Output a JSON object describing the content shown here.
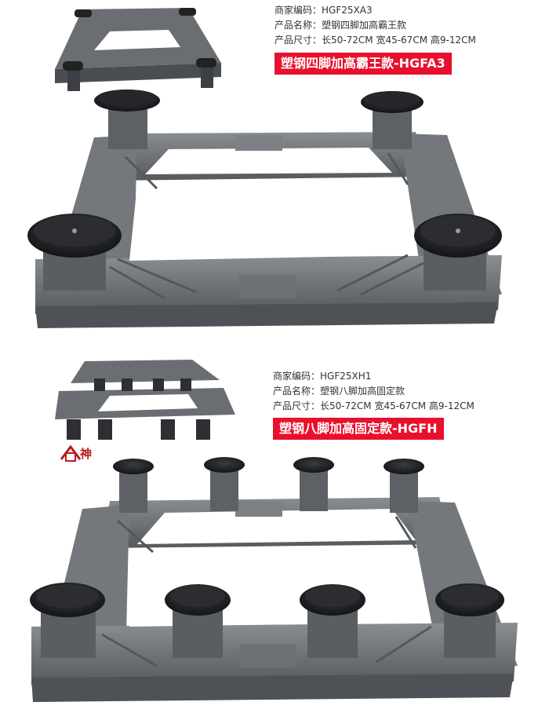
{
  "colors": {
    "badge_bg": "#e8112d",
    "accent_text": "#333333",
    "logo_red": "#b71c1c",
    "product_gray": "#6f7378",
    "pad_black": "#1d1f22"
  },
  "products": [
    {
      "spec_rows": [
        {
          "label": "商家编码",
          "sep": "：",
          "value": "HGF25XA3"
        },
        {
          "label": "产品名称",
          "sep": "：",
          "value": "塑钢四脚加高霸王款"
        },
        {
          "label": "产品尺寸",
          "sep": "：",
          "value": "长50-72CM 宽45-67CM 高9-12CM"
        }
      ],
      "badge": "塑钢四脚加高霸王款-HGFA3"
    },
    {
      "spec_rows": [
        {
          "label": "商家编码",
          "sep": "：",
          "value": "HGF25XH1"
        },
        {
          "label": "产品名称",
          "sep": "：",
          "value": "塑钢八脚加高固定款"
        },
        {
          "label": "产品尺寸",
          "sep": "：",
          "value": "长50-72CM 宽45-67CM 高9-12CM"
        }
      ],
      "badge": "塑钢八脚加高固定款-HGFH",
      "logo_text": "神",
      "logo_icon": "house-logo-icon"
    }
  ]
}
